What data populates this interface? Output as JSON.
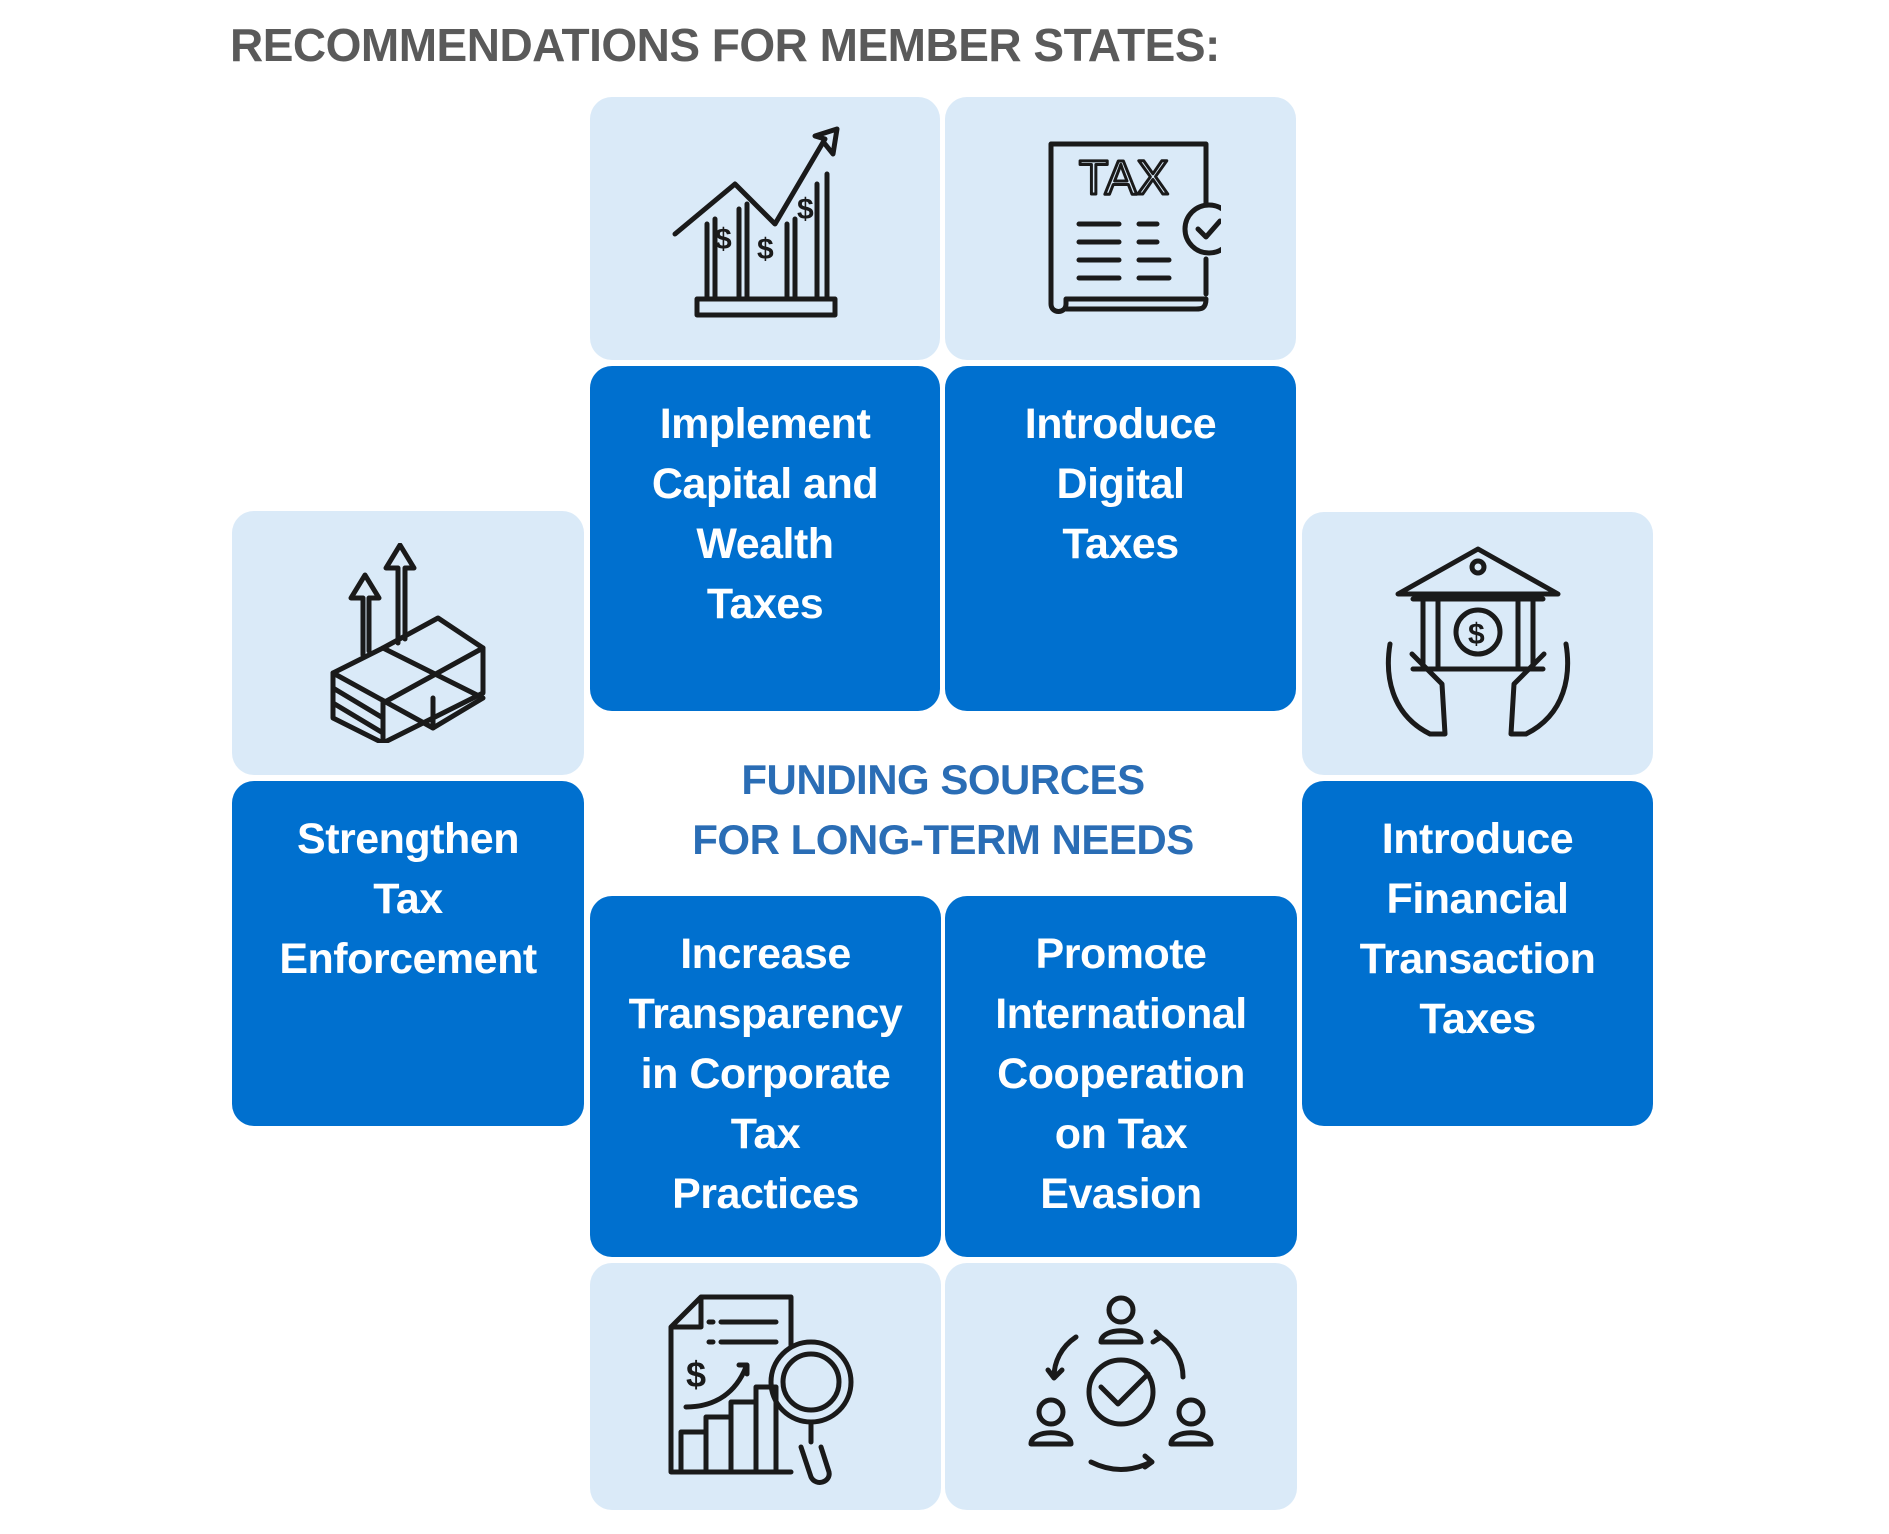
{
  "title": "RECOMMENDATIONS FOR MEMBER STATES:",
  "center": {
    "line1": "FUNDING SOURCES",
    "line2": "FOR LONG-TERM NEEDS"
  },
  "colors": {
    "blue": "#0070cf",
    "light": "#daeaf8",
    "title": "#5a5a5a",
    "center": "#2a6db5"
  },
  "cards": [
    {
      "icon": "growth-chart-icon",
      "lines": [
        "Implement",
        "Capital and",
        "Wealth",
        "Taxes"
      ]
    },
    {
      "icon": "tax-document-icon",
      "icon_text": "TAX",
      "lines": [
        "Introduce",
        "Digital",
        "Taxes"
      ]
    },
    {
      "icon": "money-stack-icon",
      "lines": [
        "Strengthen",
        "Tax",
        "Enforcement"
      ]
    },
    {
      "icon": "bank-hands-icon",
      "lines": [
        "Introduce",
        "Financial",
        "Transaction",
        "Taxes"
      ]
    },
    {
      "icon": "report-magnifier-icon",
      "lines": [
        "Increase",
        "Transparency",
        "in Corporate",
        "Tax",
        "Practices"
      ]
    },
    {
      "icon": "people-cycle-icon",
      "lines": [
        "Promote",
        "International",
        "Cooperation",
        "on Tax",
        "Evasion"
      ]
    }
  ]
}
